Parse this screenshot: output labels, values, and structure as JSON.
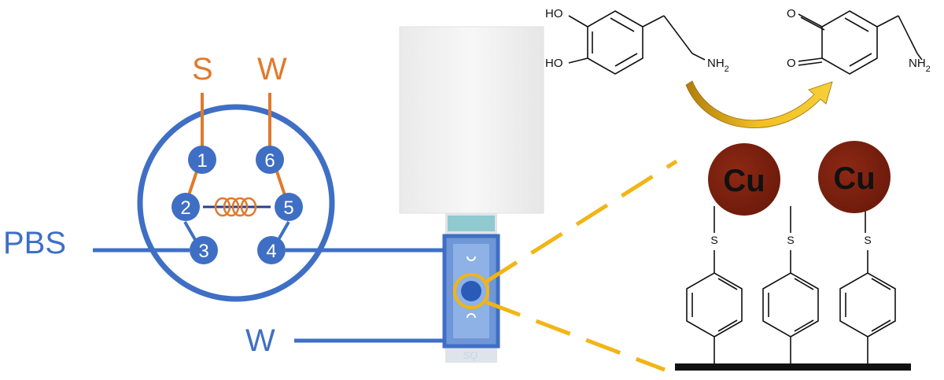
{
  "valve": {
    "top_left_label": "S",
    "top_right_label": "W",
    "inlet_label": "PBS",
    "waste_label": "W",
    "ports": [
      "1",
      "2",
      "3",
      "4",
      "5",
      "6"
    ]
  },
  "chip": {
    "base_text": "SQ"
  },
  "reaction": {
    "reactant_oh_top": "HO",
    "reactant_oh_bottom": "HO",
    "reactant_amine": "NH",
    "reactant_amine_sub": "2",
    "product_o_top": "O",
    "product_o_bottom": "O",
    "product_amine": "NH",
    "product_amine_sub": "2"
  },
  "surface": {
    "particles": [
      "Cu",
      "Cu"
    ],
    "linkers": [
      "S",
      "S",
      "S"
    ]
  },
  "colors": {
    "blue": "#3f6fc4",
    "orange": "#e07a2c",
    "gold": "#f2b515",
    "copper": "#7a1f10"
  }
}
